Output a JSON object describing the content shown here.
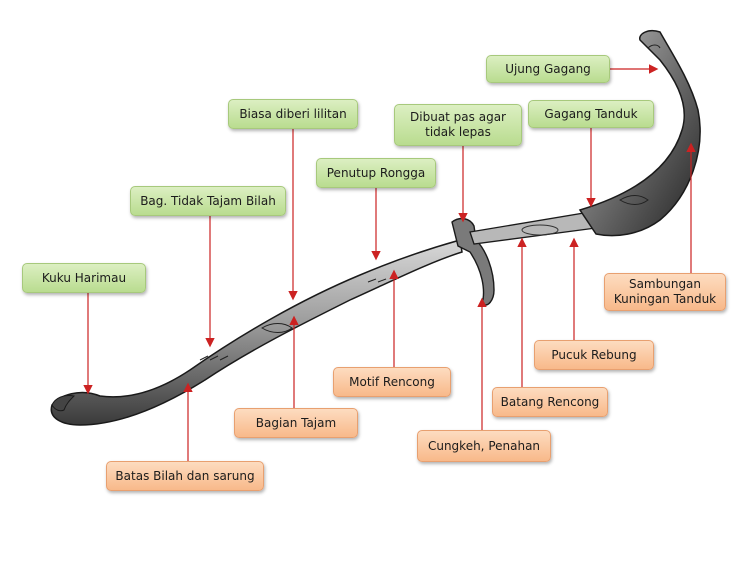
{
  "colors": {
    "arrow": "#cc2222",
    "green_box": "#c6e3a1",
    "orange_box": "#fac8a0",
    "blade_dark": "#2a2a2a",
    "blade_mid": "#8a8a8a"
  },
  "labels": {
    "ujung_gagang": "Ujung Gagang",
    "gagang_tanduk": "Gagang Tanduk",
    "dibuat_pas": "Dibuat pas agar tidak lepas",
    "biasa_diberi": "Biasa diberi lilitan",
    "penutup_rongga": "Penutup Rongga",
    "bag_tidak_tajam": "Bag. Tidak Tajam Bilah",
    "kuku_harimau": "Kuku Harimau",
    "sambungan": "Sambungan Kuningan Tanduk",
    "pucuk_rebung": "Pucuk Rebung",
    "motif_rencong": "Motif Rencong",
    "batang_rencong": "Batang Rencong",
    "bagian_tajam": "Bagian Tajam",
    "cungkeh": "Cungkeh, Penahan",
    "batas_bilah": "Batas Bilah dan sarung"
  }
}
